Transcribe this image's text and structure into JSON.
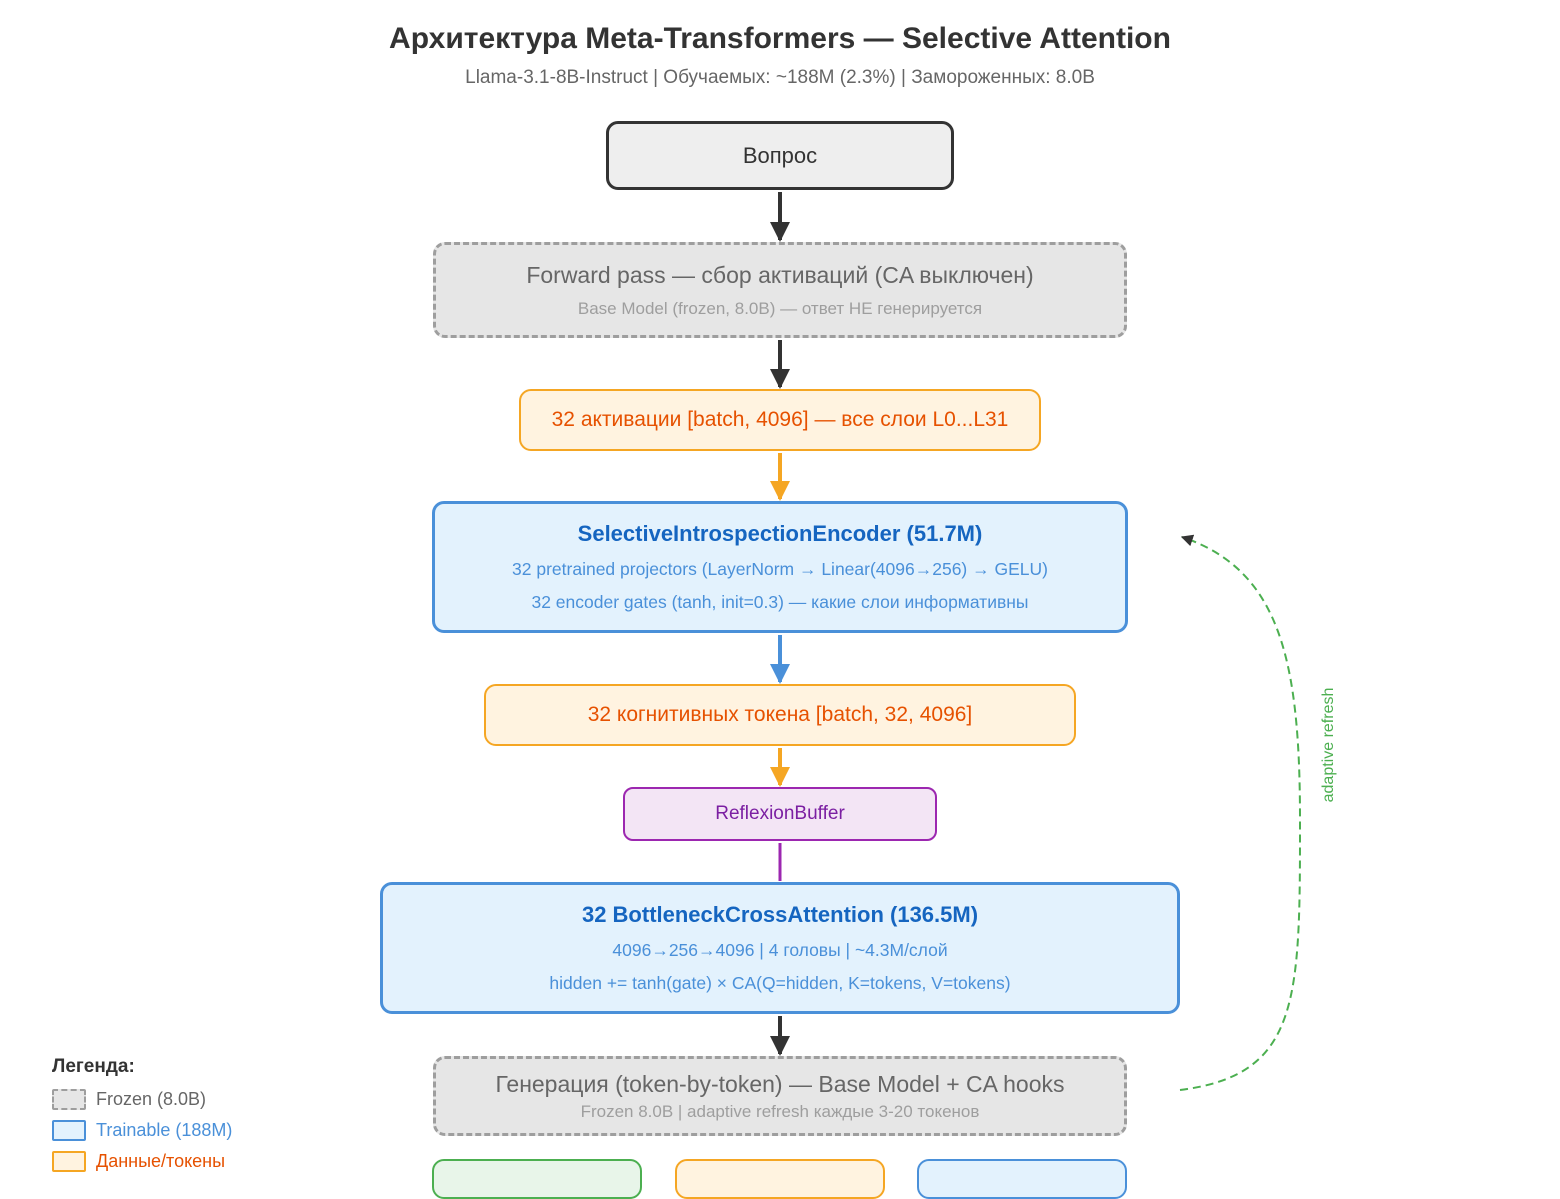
{
  "header": {
    "title": "Архитектура Meta-Transformers — Selective Attention",
    "subtitle": "Llama-3.1-8B-Instruct | Обучаемых: ~188M (2.3%) | Замороженных: 8.0B"
  },
  "nodes": {
    "question": "Вопрос",
    "forward_pass": {
      "title": "Forward pass — сбор активаций (CA выключен)",
      "subtitle": "Base Model (frozen, 8.0B) — ответ НЕ генерируется"
    },
    "activations": "32 активации [batch, 4096] — все слои L0...L31",
    "encoder": {
      "title": "SelectiveIntrospectionEncoder (51.7M)",
      "line1": "32 pretrained projectors (LayerNorm → Linear(4096→256) → GELU)",
      "line2": "32 encoder gates (tanh, init=0.3) — какие слои информативны"
    },
    "cognitive_tokens": "32 когнитивных токена [batch, 32, 4096]",
    "reflexion_buffer": "ReflexionBuffer",
    "cross_attention": {
      "title": "32 BottleneckCrossAttention (136.5M)",
      "line1": "4096→256→4096 | 4 головы | ~4.3M/слой",
      "line2": "hidden += tanh(gate) × CA(Q=hidden, K=tokens, V=tokens)"
    },
    "generation": {
      "title": "Генерация (token-by-token) — Base Model + CA hooks",
      "subtitle": "Frozen 8.0B | adaptive refresh каждые 3-20 токенов"
    }
  },
  "feedback": {
    "label": "adaptive refresh"
  },
  "legend": {
    "title": "Легенда:",
    "items": [
      {
        "label": "Frozen (8.0B)",
        "text_color": "#666666"
      },
      {
        "label": "Trainable (188M)",
        "text_color": "#4a90d9"
      },
      {
        "label": "Данные/токены",
        "text_color": "#e65100"
      }
    ]
  },
  "colors": {
    "frozen_fill": "#e6e6e6",
    "frozen_border": "#9e9e9e",
    "trainable_fill": "#e3f2fd",
    "trainable_border": "#4a90d9",
    "data_fill": "#fff3e0",
    "data_border": "#f5a623",
    "buffer_fill": "#f3e5f5",
    "buffer_border": "#9c27b0",
    "feedback": "#4caf50"
  }
}
